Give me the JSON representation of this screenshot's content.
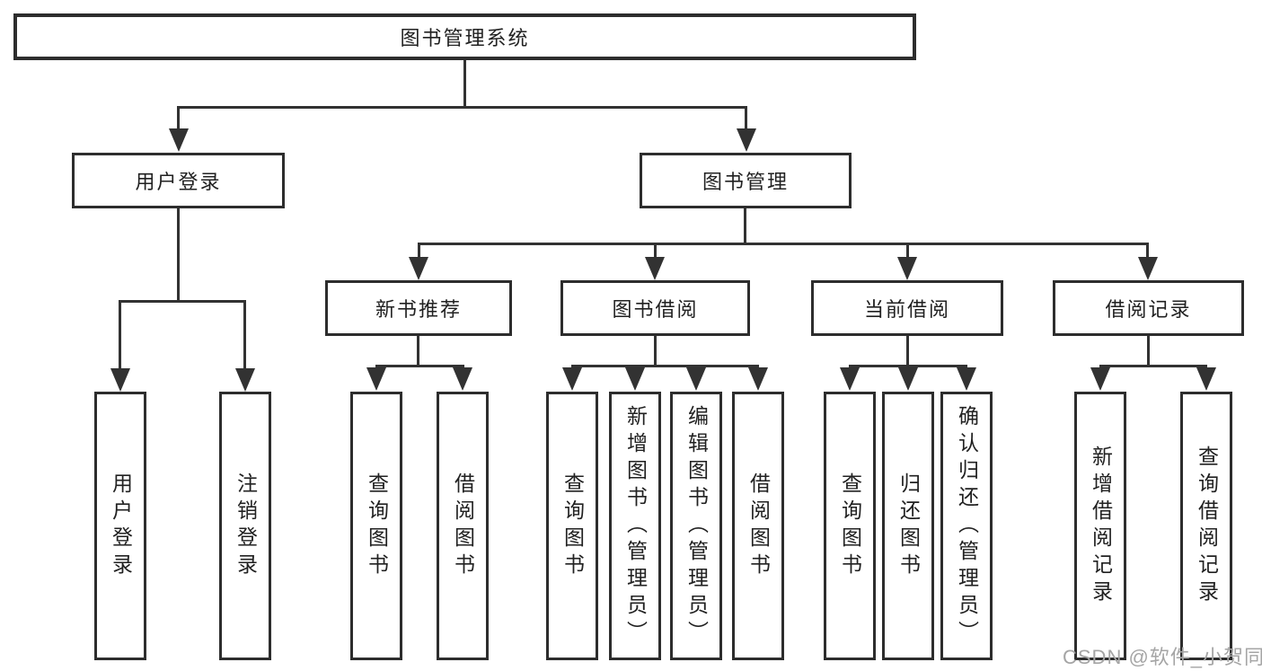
{
  "diagram": {
    "title": "图书管理系统",
    "nodes": {
      "root": {
        "label": "图书管理系统"
      },
      "user_login": {
        "label": "用户登录"
      },
      "book_mgmt": {
        "label": "图书管理"
      },
      "new_book_rec": {
        "label": "新书推荐"
      },
      "book_borrow": {
        "label": "图书借阅"
      },
      "current_borrow": {
        "label": "当前借阅"
      },
      "borrow_record": {
        "label": "借阅记录"
      },
      "leaf_user_login": {
        "label": "用户登录"
      },
      "leaf_logout": {
        "label": "注销登录"
      },
      "leaf_query_book_1": {
        "label": "查询图书"
      },
      "leaf_borrow_book_1": {
        "label": "借阅图书"
      },
      "leaf_query_book_2": {
        "label": "查询图书"
      },
      "leaf_add_book": {
        "label": "新增图书（管理员）"
      },
      "leaf_edit_book": {
        "label": "编辑图书（管理员）"
      },
      "leaf_borrow_book_2": {
        "label": "借阅图书"
      },
      "leaf_query_book_3": {
        "label": "查询图书"
      },
      "leaf_return_book": {
        "label": "归还图书"
      },
      "leaf_confirm_return": {
        "label": "确认归还（管理员）"
      },
      "leaf_add_record": {
        "label": "新增借阅记录"
      },
      "leaf_query_record": {
        "label": "查询借阅记录"
      }
    },
    "edges": [
      {
        "from": "root",
        "to": "user_login"
      },
      {
        "from": "root",
        "to": "book_mgmt"
      },
      {
        "from": "user_login",
        "to": "leaf_user_login"
      },
      {
        "from": "user_login",
        "to": "leaf_logout"
      },
      {
        "from": "book_mgmt",
        "to": "new_book_rec"
      },
      {
        "from": "book_mgmt",
        "to": "book_borrow"
      },
      {
        "from": "book_mgmt",
        "to": "current_borrow"
      },
      {
        "from": "book_mgmt",
        "to": "borrow_record"
      },
      {
        "from": "new_book_rec",
        "to": "leaf_query_book_1"
      },
      {
        "from": "new_book_rec",
        "to": "leaf_borrow_book_1"
      },
      {
        "from": "book_borrow",
        "to": "leaf_query_book_2"
      },
      {
        "from": "book_borrow",
        "to": "leaf_add_book"
      },
      {
        "from": "book_borrow",
        "to": "leaf_edit_book"
      },
      {
        "from": "book_borrow",
        "to": "leaf_borrow_book_2"
      },
      {
        "from": "current_borrow",
        "to": "leaf_query_book_3"
      },
      {
        "from": "current_borrow",
        "to": "leaf_return_book"
      },
      {
        "from": "current_borrow",
        "to": "leaf_confirm_return"
      },
      {
        "from": "borrow_record",
        "to": "leaf_add_record"
      },
      {
        "from": "borrow_record",
        "to": "leaf_query_record"
      }
    ],
    "colors": {
      "box_border": "#2d2d2d",
      "line": "#323232",
      "text": "#212121",
      "background": "#ffffff",
      "watermark_text_color": "#a5a5a5"
    }
  },
  "watermark": {
    "text": "CSDN @软件_小贺同学"
  }
}
